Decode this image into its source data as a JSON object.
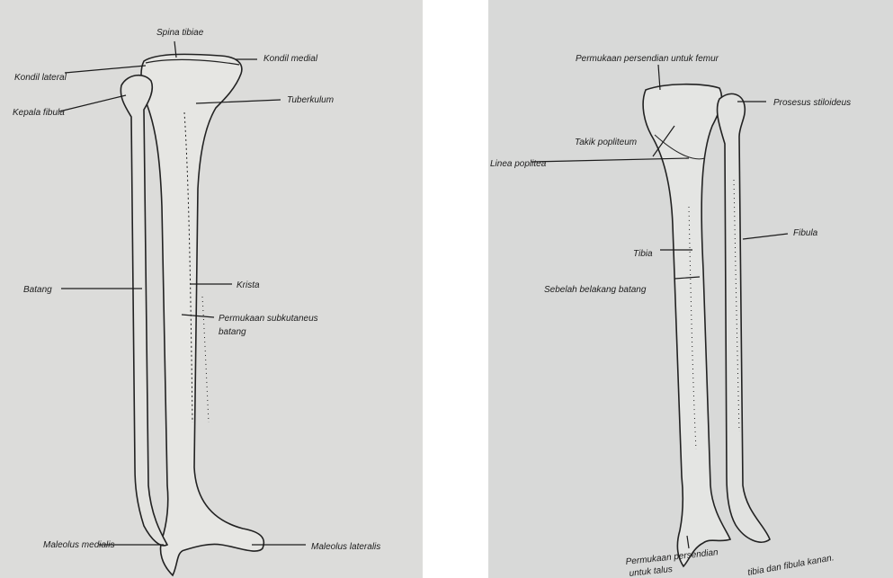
{
  "left_figure": {
    "labels": {
      "spina_tibiae": "Spina tibiae",
      "kondil_lateral": "Kondil lateral",
      "kondil_medial": "Kondil medial",
      "kepala_fibula": "Kepala fibula",
      "tuberkulum": "Tuberkulum",
      "batang": "Batang",
      "krista": "Krista",
      "permukaan_subkutaneus_1": "Permukaan subkutaneus",
      "permukaan_subkutaneus_2": "batang",
      "maleolus_medialis": "Maleolus medialis",
      "maleolus_lateralis": "Maleolus lateralis"
    }
  },
  "right_figure": {
    "labels": {
      "permukaan_femur": "Permukaan persendian untuk femur",
      "prosesus_stiloideus": "Prosesus stiloideus",
      "takik_popliteum": "Takik popliteum",
      "linea_poplitea": "Linea poplitea",
      "tibia": "Tibia",
      "fibula": "Fibula",
      "sebelah_belakang_batang": "Sebelah belakang batang",
      "permukaan_talus_1": "Permukaan persendian",
      "permukaan_talus_2": "untuk talus",
      "caption_fragment": "tibia dan fibula kanan."
    }
  },
  "colors": {
    "paper_left": "#dcdcda",
    "paper_right": "#d8d9d8",
    "ink": "#1c1c1c"
  }
}
